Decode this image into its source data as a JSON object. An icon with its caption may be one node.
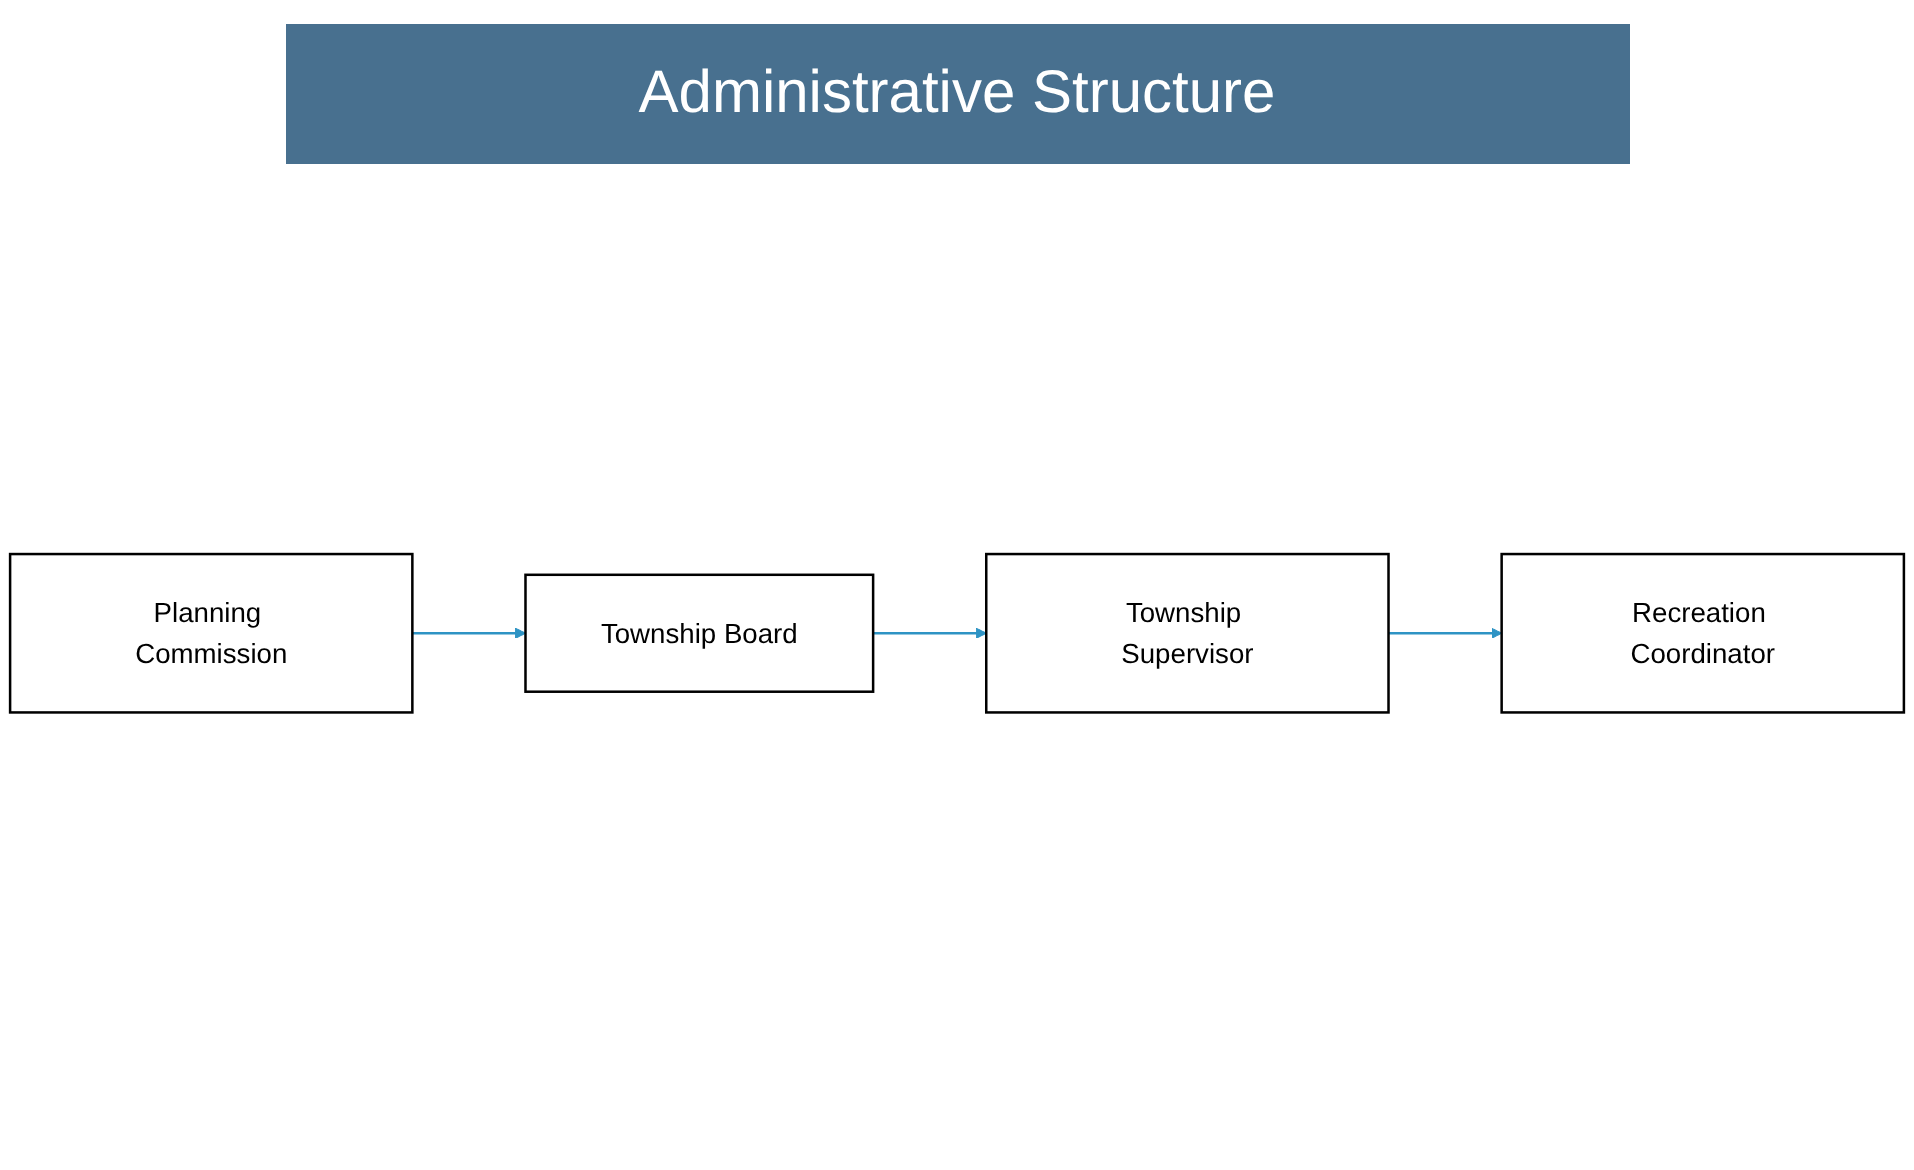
{
  "diagram": {
    "title": "Administrative Structure",
    "nodes": [
      {
        "text": [
          "Planning Commission"
        ]
      },
      {
        "text": [
          "Township Board"
        ]
      },
      {
        "text": [
          "Township Supervisor"
        ]
      },
      {
        "text": [
          "Recreation Coordinator"
        ]
      }
    ],
    "edges": [
      {
        "from": 0,
        "to": 1,
        "arrow": "to"
      },
      {
        "from": 1,
        "to": 2,
        "arrow": "to"
      },
      {
        "from": 2,
        "to": 3,
        "arrow": "to"
      }
    ]
  }
}
